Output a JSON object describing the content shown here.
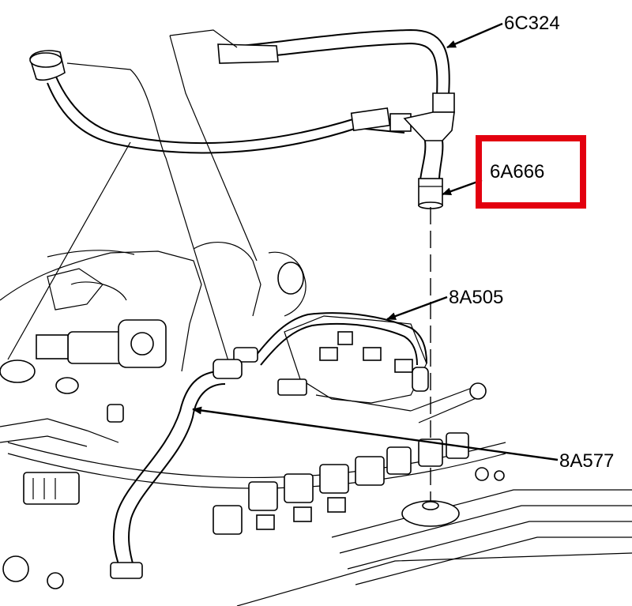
{
  "callouts": {
    "c1": "6C324",
    "c2": "6A666",
    "c3": "8A505",
    "c4": "8A577"
  },
  "highlight": {
    "target": "6A666",
    "color": "#e3000f"
  }
}
